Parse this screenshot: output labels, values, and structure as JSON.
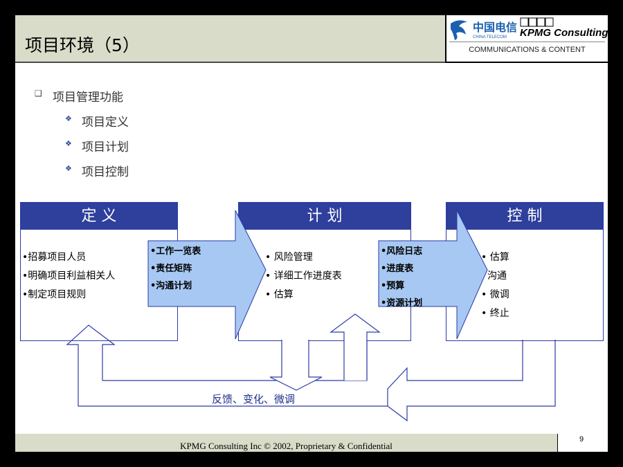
{
  "header": {
    "title": "项目环境（5）"
  },
  "logo": {
    "telecom_cn": "中国电信",
    "telecom_en": "CHINA TELECOM",
    "kpmg": "KPMG Consulting",
    "caption": "COMMUNICATIONS &  CONTENT"
  },
  "bullets": {
    "main": "项目管理功能",
    "subs": [
      "项目定义",
      "项目计划",
      "项目控制"
    ]
  },
  "boxes": [
    {
      "title": "定  义",
      "items": [
        "•招募项目人员",
        "•明确项目利益相关人",
        "•制定项目规则"
      ]
    },
    {
      "title": "计  划",
      "items": [
        "•  风险管理",
        "•  详细工作进度表",
        "•  估算"
      ]
    },
    {
      "title": "控    制",
      "items": [
        "•  估算",
        "沟通",
        "•  微调",
        "•  终止"
      ]
    }
  ],
  "arrows": [
    {
      "items": [
        "•工作一览表",
        "•责任矩阵",
        "•沟通计划"
      ]
    },
    {
      "items": [
        "•风险日志",
        "•进度表",
        "•预算",
        "•资源计划"
      ]
    }
  ],
  "feedback": "反馈、变化、微调",
  "footer": {
    "text": "KPMG Consulting Inc © 2002, Proprietary & Confidential",
    "page": "9"
  },
  "colors": {
    "header_blue": "#2e3f9c",
    "arrow_fill": "#a7c8f2",
    "title_bg": "#d8dcc8"
  }
}
